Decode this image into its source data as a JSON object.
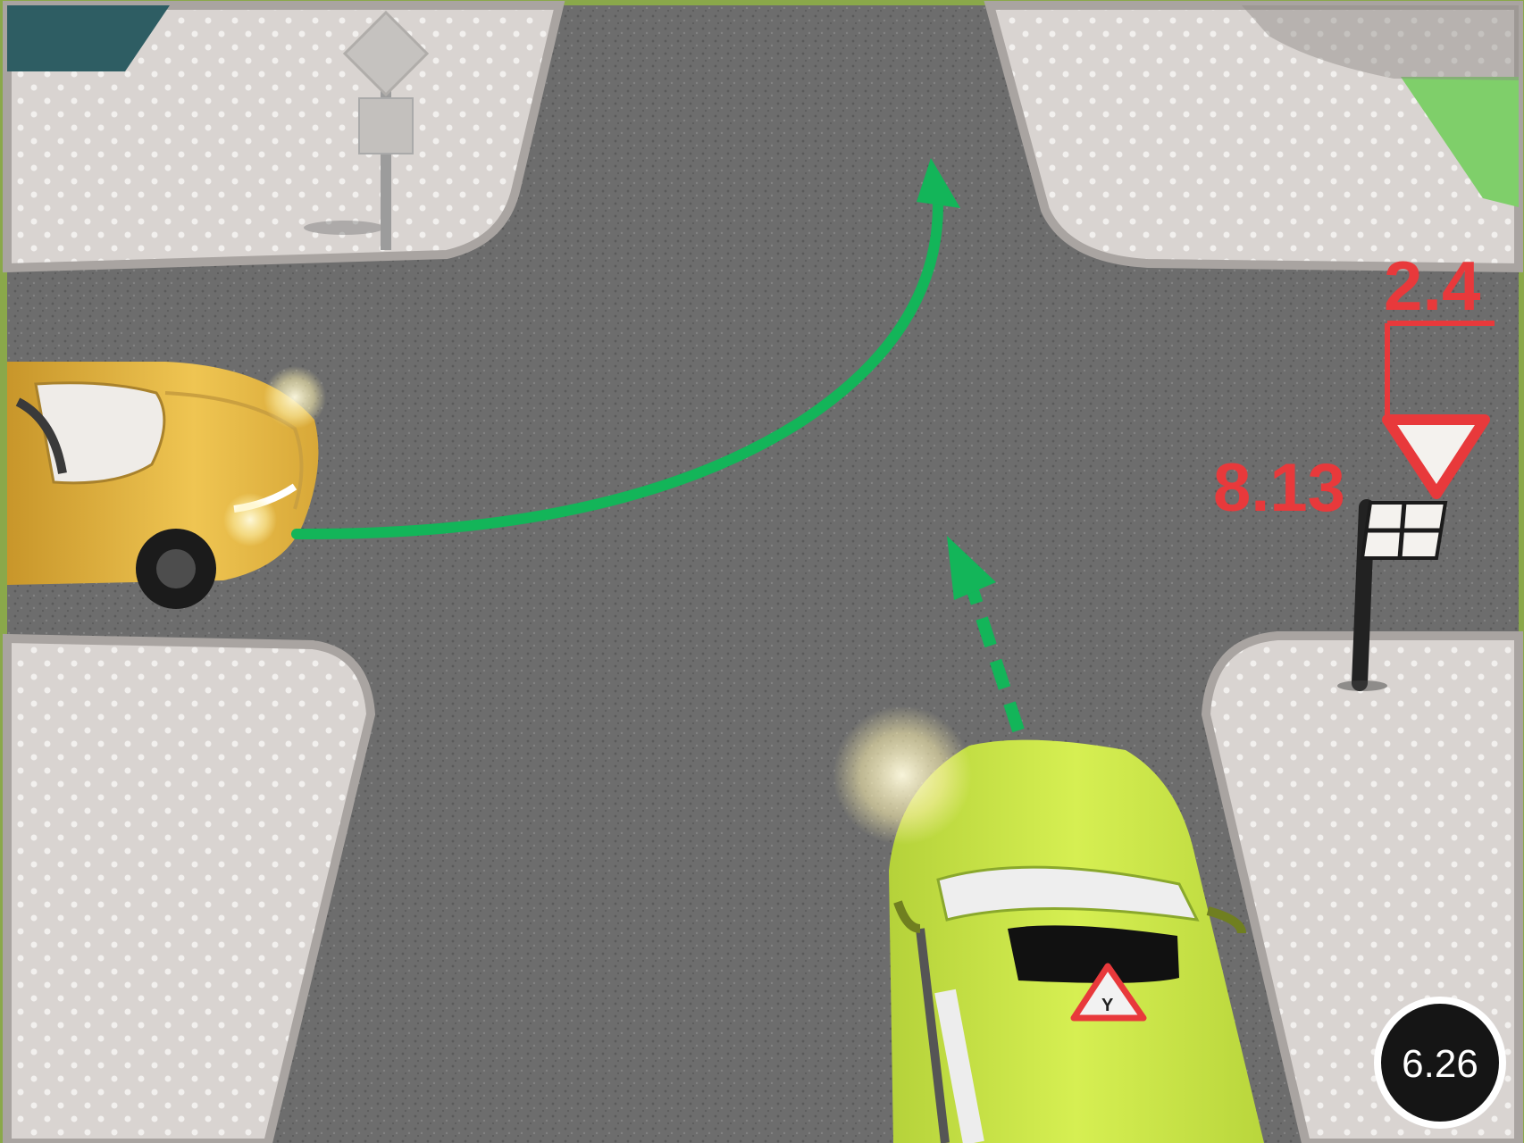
{
  "labels": {
    "sign_upper": "2.4",
    "sign_lower": "8.13",
    "learner_letter": "Y"
  },
  "badge": {
    "number": "6.26"
  },
  "colors": {
    "asphalt": "#6f6f6f",
    "sidewalk": "#d9d4d1",
    "curb": "#b8b3b0",
    "grass": "#7fcf6a",
    "route_arrow": "#13b559",
    "annotation_red": "#e8393b",
    "badge_bg": "#151515",
    "yellow_car": "#e4b43c",
    "green_car": "#c9e63d"
  },
  "icons": {
    "give_way_sign": "inverted-triangle-sign",
    "direction_sign": "diamond-sign",
    "learner_mark": "triangle-y-icon"
  }
}
